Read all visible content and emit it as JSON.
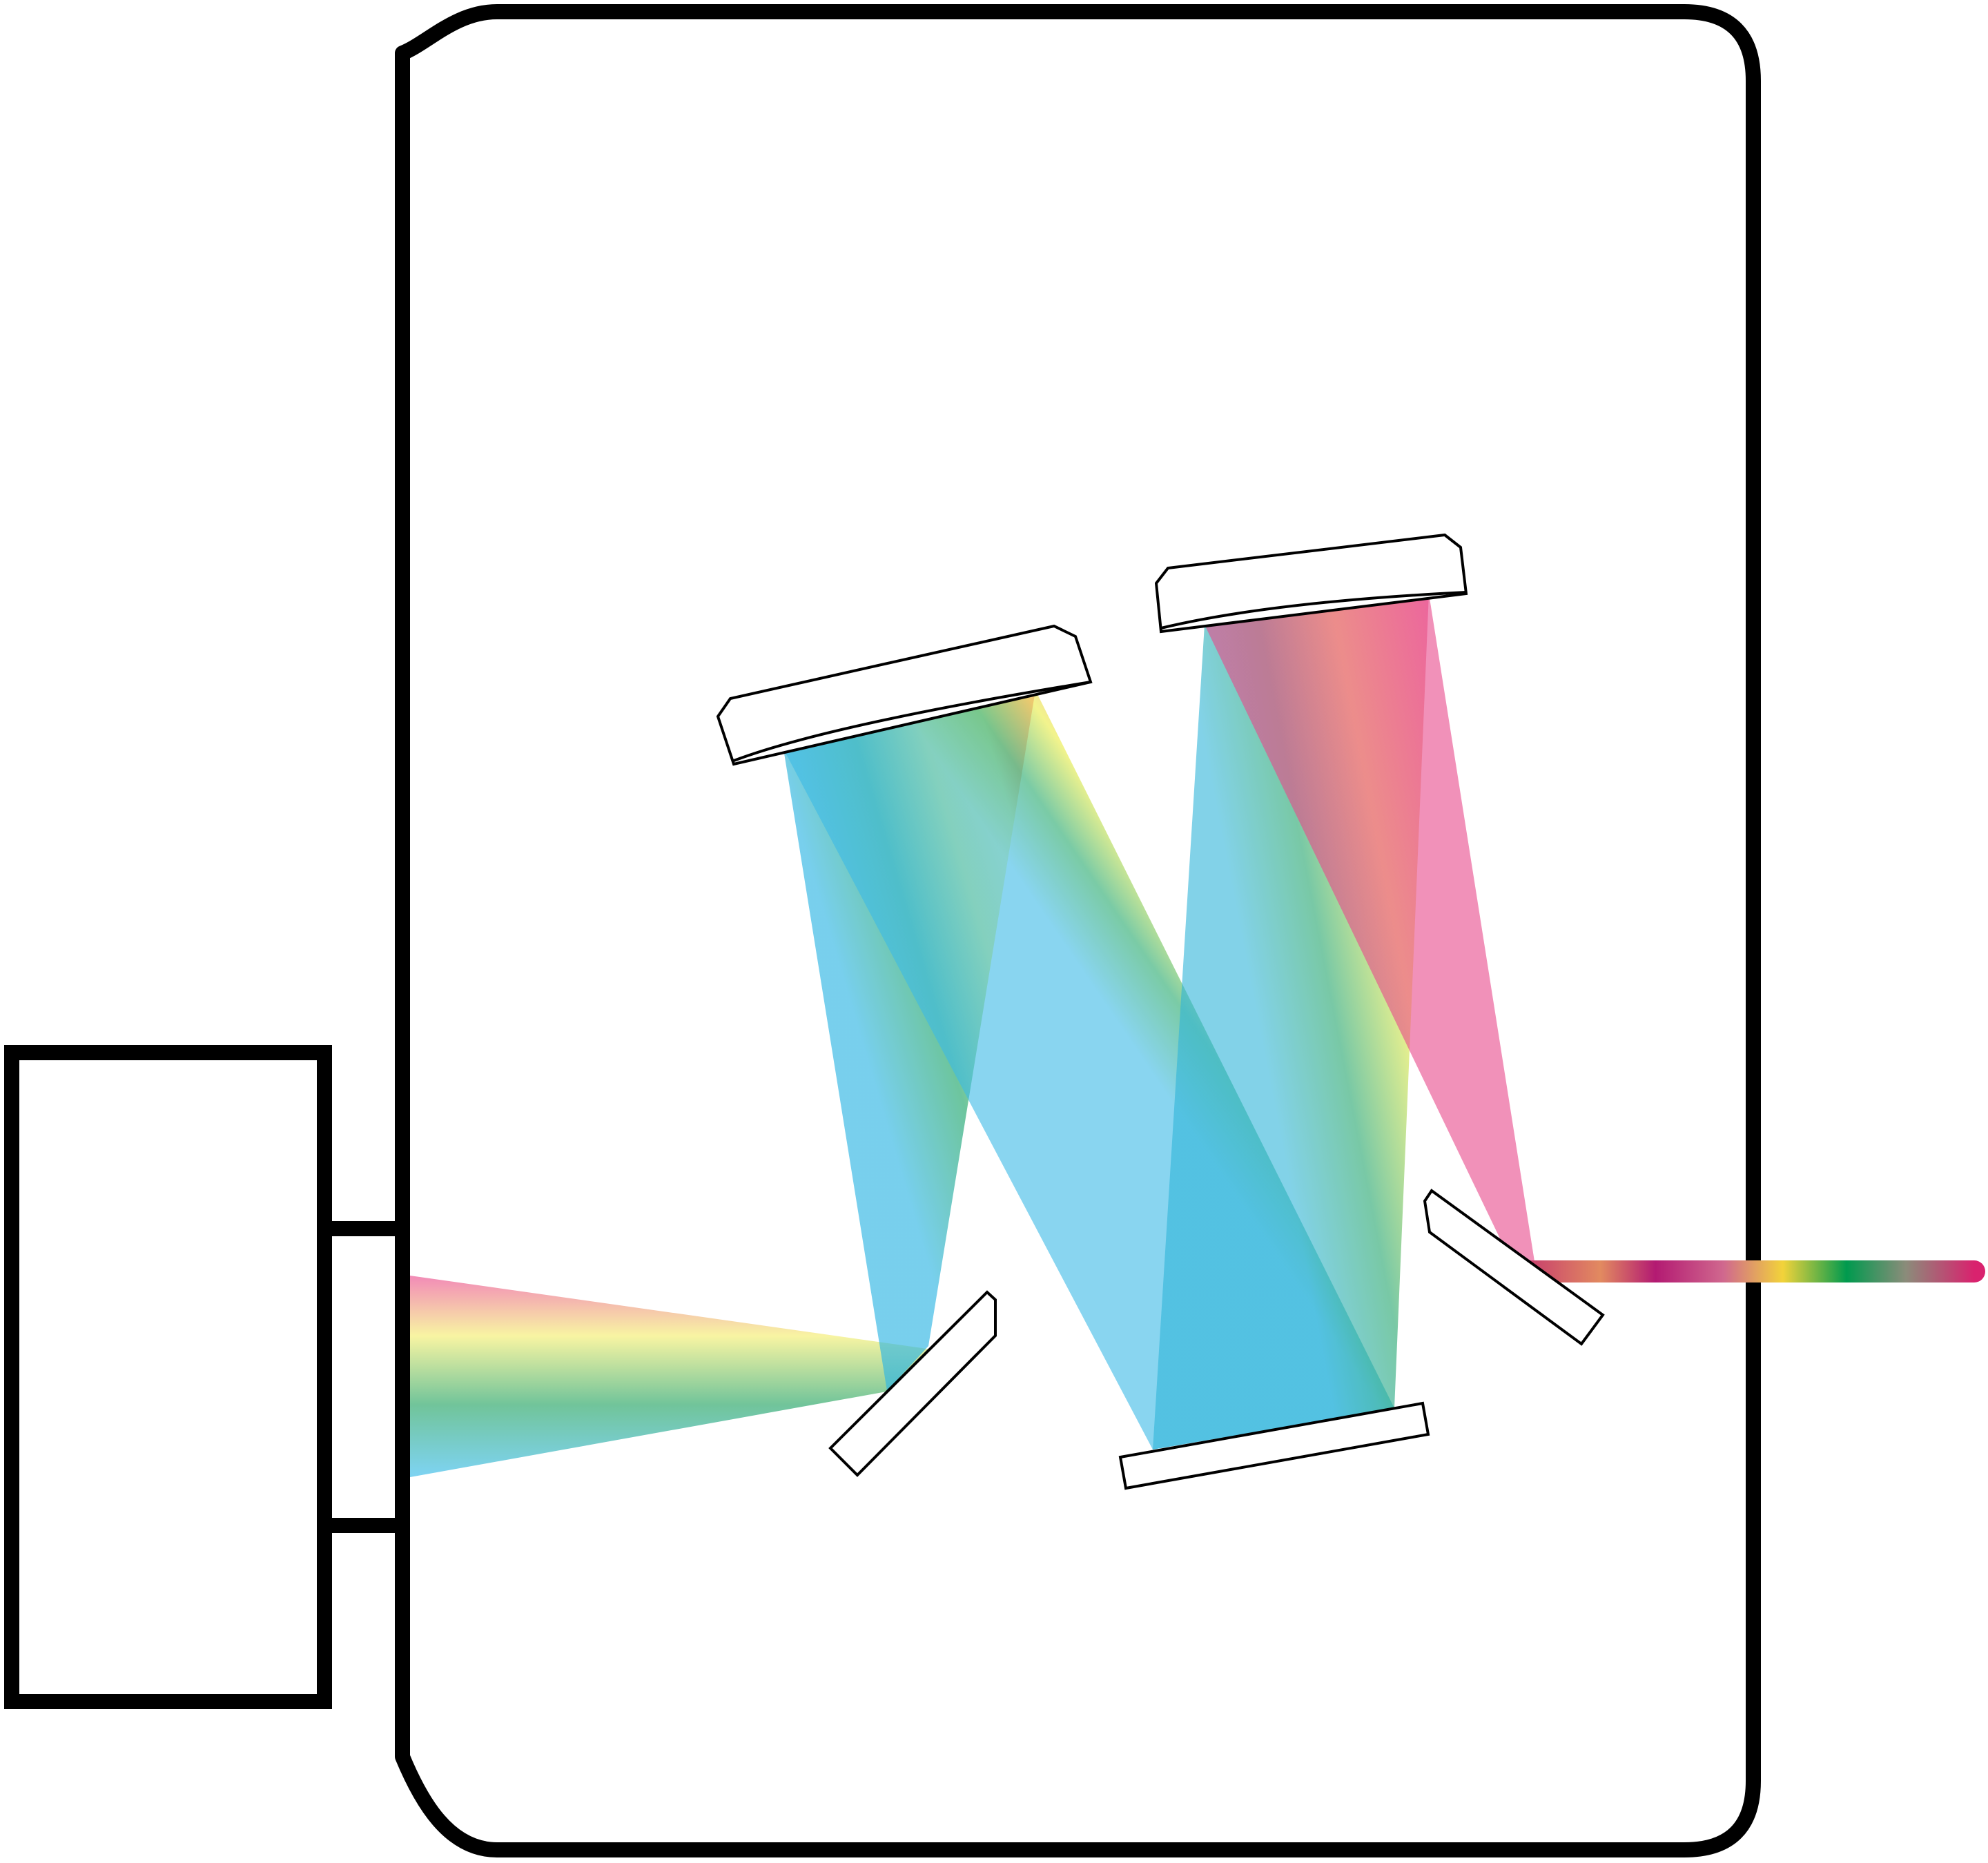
{
  "diagram": {
    "kind": "optical schematic (double monochromator / spectrometer light path)",
    "labels": [],
    "components": [
      {
        "id": "detector-housing",
        "icon": "rectangle"
      },
      {
        "id": "exit-slit",
        "icon": "slit"
      },
      {
        "id": "enclosure",
        "icon": "rounded-box"
      },
      {
        "id": "fold-mirror-1",
        "icon": "flat-mirror"
      },
      {
        "id": "concave-mirror-1",
        "icon": "concave-mirror"
      },
      {
        "id": "grating",
        "icon": "diffraction-grating"
      },
      {
        "id": "concave-mirror-2",
        "icon": "concave-mirror"
      },
      {
        "id": "fold-mirror-2",
        "icon": "flat-mirror"
      },
      {
        "id": "input-beam",
        "icon": "polychromatic-beam"
      }
    ],
    "colors": {
      "outline": "#000000",
      "spectrum": [
        "#3bb8e6",
        "#22a86a",
        "#e8eb3f",
        "#f5f09a",
        "#ee4d8e"
      ],
      "input_beam": [
        "#c4356f",
        "#e28a60",
        "#b31a72",
        "#f2d33a",
        "#009a4e",
        "#d9226e"
      ]
    }
  }
}
